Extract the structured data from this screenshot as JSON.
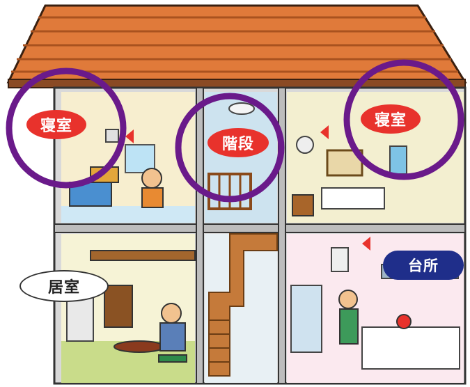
{
  "labels": {
    "bedroom_left": "寝室",
    "stairs": "階段",
    "bedroom_right": "寝室",
    "living_room": "居室",
    "kitchen": "台所"
  },
  "colors": {
    "roof": "#e07a3a",
    "wall": "#d9d9d9",
    "highlight_circle": "#6a1a8a",
    "red_label": "#e8322c",
    "kitchen_label": "#1f2e8a",
    "arrow": "#e8322c"
  }
}
